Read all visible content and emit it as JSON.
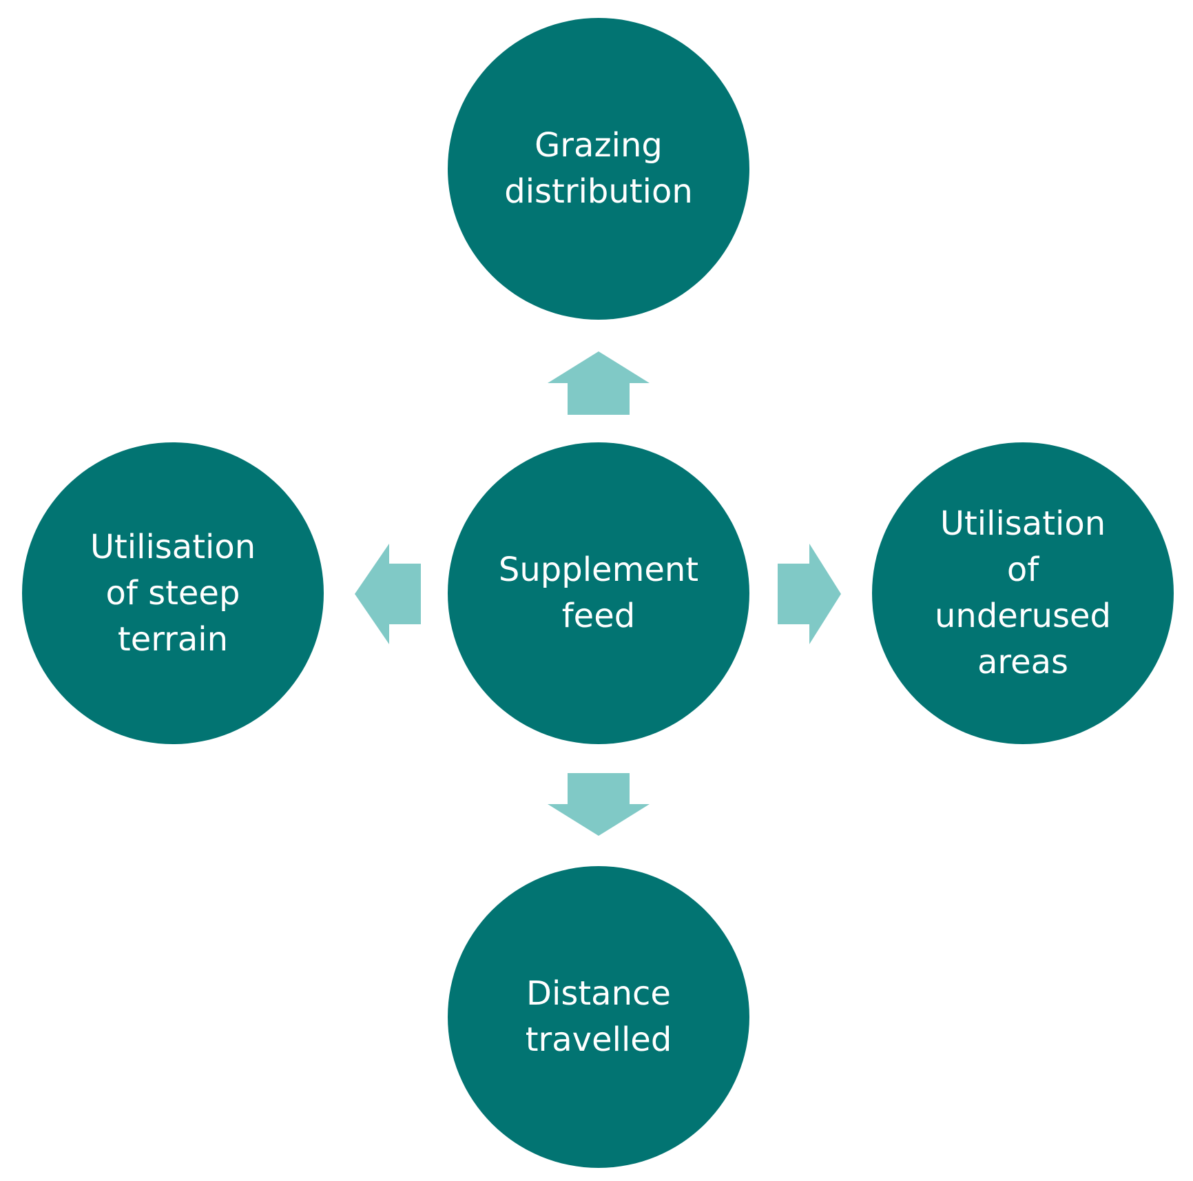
{
  "colors": {
    "node_fill": "#027472",
    "arrow_fill": "#80C9C6",
    "label_text": "#ffffff",
    "background": "#ffffff"
  },
  "diagram": {
    "center": {
      "lines": [
        "Supplement",
        "feed"
      ]
    },
    "top": {
      "lines": [
        "Grazing",
        "distribution"
      ]
    },
    "right": {
      "lines": [
        "Utilisation",
        "of",
        "underused",
        "areas"
      ]
    },
    "bottom": {
      "lines": [
        "Distance",
        "travelled"
      ]
    },
    "left": {
      "lines": [
        "Utilisation",
        "of steep",
        "terrain"
      ]
    }
  },
  "arrows": [
    {
      "from": "center",
      "to": "top",
      "direction": "up"
    },
    {
      "from": "center",
      "to": "right",
      "direction": "right"
    },
    {
      "from": "center",
      "to": "bottom",
      "direction": "down"
    },
    {
      "from": "center",
      "to": "left",
      "direction": "left"
    }
  ]
}
